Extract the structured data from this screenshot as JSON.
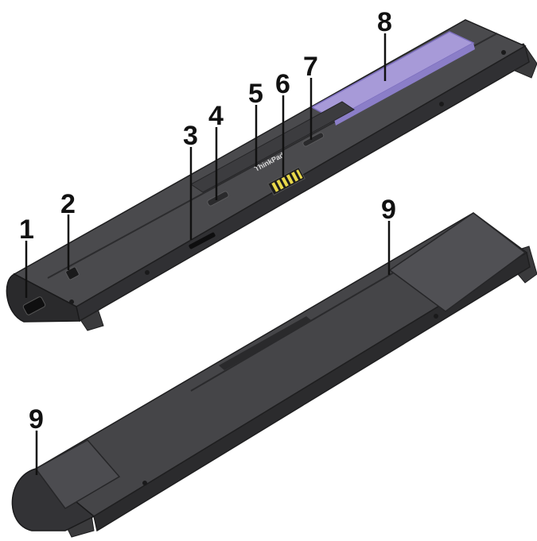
{
  "figure": {
    "brand_text": "ThinkPad",
    "colors": {
      "body_dark": "#2e2e30",
      "body_mid": "#3d3d40",
      "body_top": "#4a4a4d",
      "highlight": "#a79ad8",
      "connector_gold": "#e8d84a",
      "label": "#111111"
    },
    "callouts": [
      {
        "number": "1",
        "part": "hdmi-connector"
      },
      {
        "number": "2",
        "part": "security-lock-slot"
      },
      {
        "number": "3",
        "part": "card-slot"
      },
      {
        "number": "4",
        "part": "button"
      },
      {
        "number": "5",
        "part": "logo"
      },
      {
        "number": "6",
        "part": "pogo-pin-connector"
      },
      {
        "number": "7",
        "part": "release-latch"
      },
      {
        "number": "8",
        "part": "highlighted-panel"
      },
      {
        "number": "9",
        "part": "end-cap"
      },
      {
        "number": "9",
        "part": "end-cap"
      }
    ]
  }
}
